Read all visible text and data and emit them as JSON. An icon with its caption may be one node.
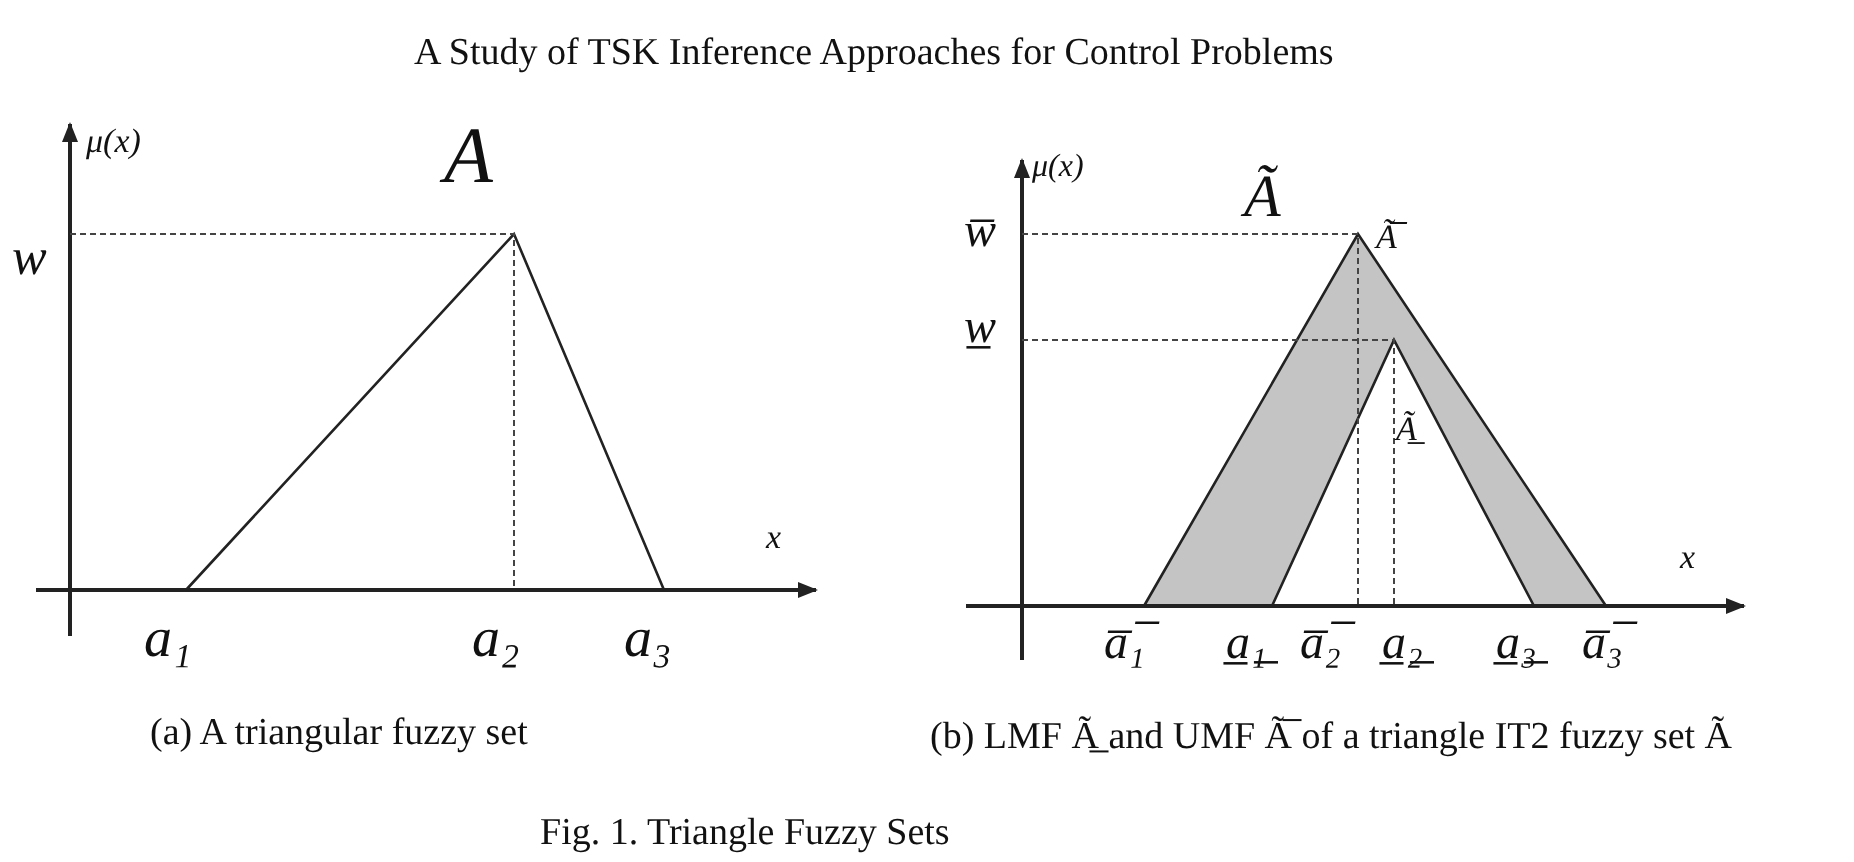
{
  "diagram": {
    "caption": "Fig. 1. Triangle Fuzzy Sets",
    "labels": [
      "A Study of TSK Inference Approaches for Control Problems",
      "μ(x)",
      "A",
      "w",
      "x",
      "a₁",
      "a₂",
      "a₃",
      "μ(x)",
      "Ã",
      "w̅",
      "Ã̅",
      "w̲",
      "Ã̲",
      "x",
      "a̅₁̅",
      "a̲₁̲",
      "a̅₂̅",
      "a̲₂̲",
      "a̲₃̲",
      "a̅₃̅",
      "(a) A triangular fuzzy set",
      "(b) LMF Ã̲ and UMF Ã̅ of a triangle IT2 fuzzy set Ã"
    ]
  }
}
